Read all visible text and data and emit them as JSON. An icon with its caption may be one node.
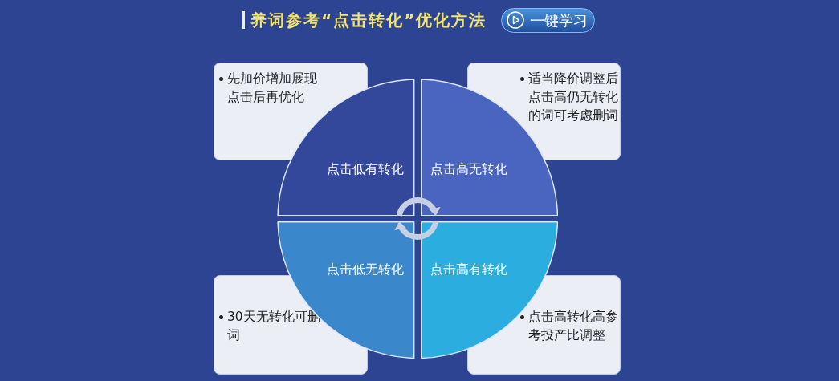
{
  "diagram": {
    "title": "养词参考“点击转化”优化方法",
    "nodes": [
      {
        "text": [
          "一键学习"
        ]
      },
      {
        "text": [
          "先加价增加展现点击后再优化"
        ]
      },
      {
        "text": [
          "适当降价调整后点击高仍无转化的词可考虑删词"
        ]
      },
      {
        "text": [
          "点击低有转化"
        ]
      },
      {
        "text": [
          "点击高无转化"
        ]
      },
      {
        "text": [
          "点击低无转化"
        ]
      },
      {
        "text": [
          "点击高有转化"
        ]
      },
      {
        "text": [
          "30天无转化可删词"
        ]
      },
      {
        "text": [
          "点击高转化高参考投产比调整"
        ]
      }
    ],
    "edges": [
      {
        "from": 3,
        "to": 4,
        "arrow": "to"
      },
      {
        "from": 6,
        "to": 5,
        "arrow": "to"
      }
    ]
  }
}
